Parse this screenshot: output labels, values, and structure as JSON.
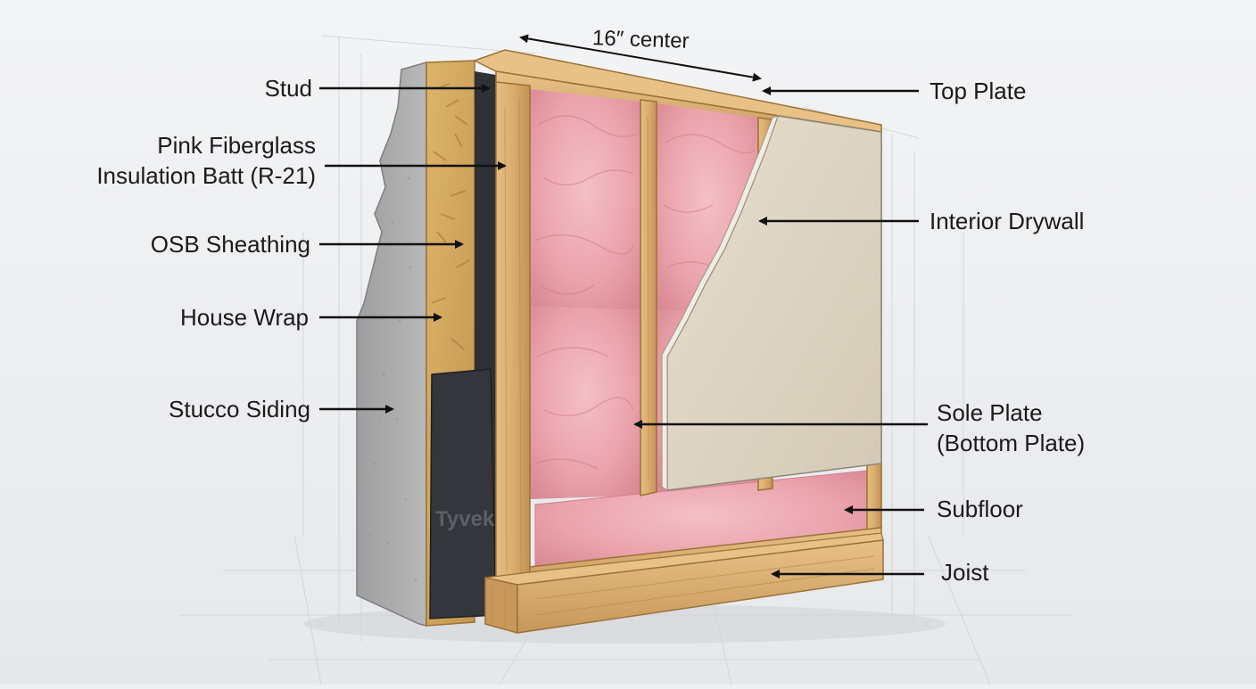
{
  "labels": {
    "stud": "Stud",
    "insulation_line1": "Pink Fiberglass",
    "insulation_line2": "Insulation Batt (R-21)",
    "osb": "OSB Sheathing",
    "house_wrap": "House Wrap",
    "stucco": "Stucco Siding",
    "top_plate": "Top Plate",
    "drywall": "Interior Drywall",
    "sole_plate_line1": "Sole Plate",
    "sole_plate_line2": "(Bottom Plate)",
    "subfloor": "Subfloor",
    "joist": "Joist"
  },
  "dimension": {
    "spacing": "16″ center"
  },
  "wrap_brand": "Tyvek",
  "colors": {
    "background": "#eef0f3",
    "wood": "#d9ad6e",
    "wood_dark": "#b7864a",
    "insulation": "#eba3ad",
    "insulation_shade": "#d9848f",
    "drywall": "#dcd3c3",
    "stucco": "#a9aaaa",
    "osb": "#d2a65c",
    "wrap": "#2f3136",
    "ink": "#1a1a1a"
  }
}
